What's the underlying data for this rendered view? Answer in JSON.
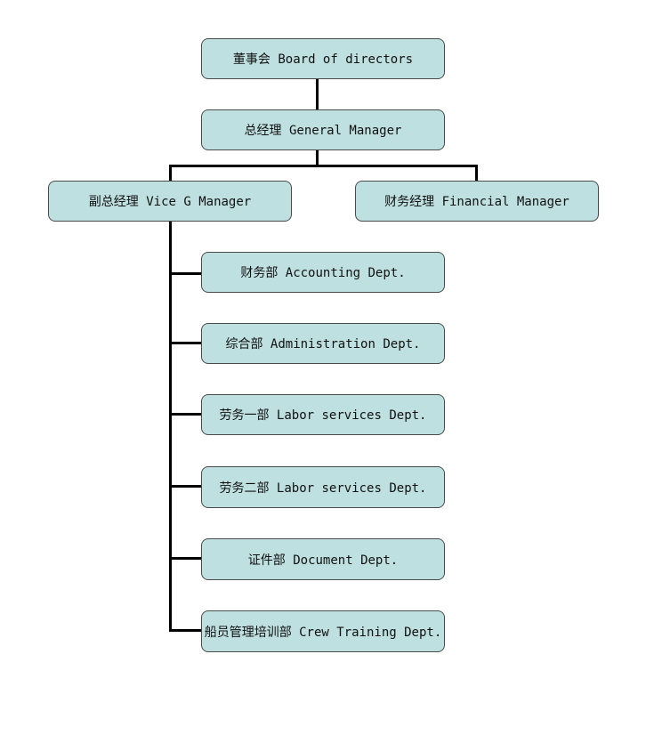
{
  "org_chart": {
    "board": {
      "label": "董事会 Board of directors"
    },
    "general_manager": {
      "label": "总经理 General Manager"
    },
    "vice_manager": {
      "label": "副总经理 Vice G Manager"
    },
    "financial_manager": {
      "label": "财务经理 Financial Manager"
    },
    "departments": [
      {
        "label": "财务部 Accounting Dept."
      },
      {
        "label": "综合部 Administration Dept."
      },
      {
        "label": "劳务一部 Labor services Dept."
      },
      {
        "label": "劳务二部 Labor services Dept."
      },
      {
        "label": "证件部 Document Dept."
      },
      {
        "label": "船员管理培训部 Crew Training Dept."
      }
    ]
  },
  "colors": {
    "node_fill": "#bfe0e0",
    "node_border": "#4a4a4a",
    "connector": "#000000"
  }
}
